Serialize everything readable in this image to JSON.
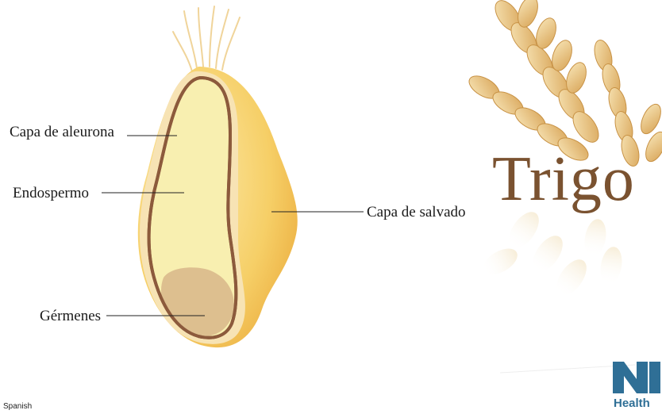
{
  "diagram": {
    "title": "Trigo",
    "labels": {
      "aleurone": "Capa de aleurona",
      "endosperm": "Endospermo",
      "germ": "Gérmenes",
      "bran": "Capa de salvado"
    }
  },
  "footer": {
    "language": "Spanish",
    "logo_text": "Health"
  },
  "colors": {
    "title": "#7a5230",
    "bran": "#f3c24f",
    "endosperm": "#f8efb0",
    "germ": "#d9b98c",
    "outline": "#8c5a3c",
    "logo": "#2f6f96"
  }
}
